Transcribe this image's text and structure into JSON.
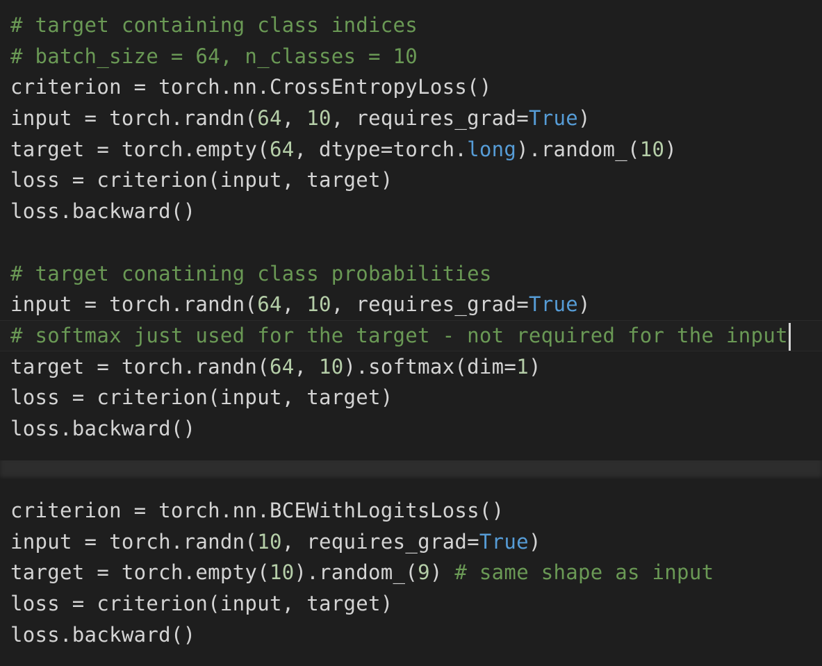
{
  "cells": [
    {
      "lines": [
        [
          {
            "text": "# target containing class indices",
            "type": "comment"
          }
        ],
        [
          {
            "text": "# batch_size = 64, n_classes = 10",
            "type": "comment"
          }
        ],
        [
          {
            "text": "criterion = torch.nn.CrossEntropyLoss()",
            "type": "text"
          }
        ],
        [
          {
            "text": "input = torch.randn(",
            "type": "text"
          },
          {
            "text": "64",
            "type": "number"
          },
          {
            "text": ", ",
            "type": "text"
          },
          {
            "text": "10",
            "type": "number"
          },
          {
            "text": ", requires_grad=",
            "type": "text"
          },
          {
            "text": "True",
            "type": "keyword"
          },
          {
            "text": ")",
            "type": "text"
          }
        ],
        [
          {
            "text": "target = torch.empty(",
            "type": "text"
          },
          {
            "text": "64",
            "type": "number"
          },
          {
            "text": ", dtype=torch.",
            "type": "text"
          },
          {
            "text": "long",
            "type": "keyword"
          },
          {
            "text": ").random_(",
            "type": "text"
          },
          {
            "text": "10",
            "type": "number"
          },
          {
            "text": ")",
            "type": "text"
          }
        ],
        [
          {
            "text": "loss = criterion(input, target)",
            "type": "text"
          }
        ],
        [
          {
            "text": "loss.backward()",
            "type": "text"
          }
        ],
        [],
        [
          {
            "text": "# target conatining class probabilities",
            "type": "comment"
          }
        ],
        [
          {
            "text": "input = torch.randn(",
            "type": "text"
          },
          {
            "text": "64",
            "type": "number"
          },
          {
            "text": ", ",
            "type": "text"
          },
          {
            "text": "10",
            "type": "number"
          },
          {
            "text": ", requires_grad=",
            "type": "text"
          },
          {
            "text": "True",
            "type": "keyword"
          },
          {
            "text": ")",
            "type": "text"
          }
        ],
        [
          {
            "text": "# softmax just used for the target - not required for the input",
            "type": "comment"
          }
        ],
        [
          {
            "text": "target = torch.randn(",
            "type": "text"
          },
          {
            "text": "64",
            "type": "number"
          },
          {
            "text": ", ",
            "type": "text"
          },
          {
            "text": "10",
            "type": "number"
          },
          {
            "text": ").softmax(dim=",
            "type": "text"
          },
          {
            "text": "1",
            "type": "number"
          },
          {
            "text": ")",
            "type": "text"
          }
        ],
        [
          {
            "text": "loss = criterion(input, target)",
            "type": "text"
          }
        ],
        [
          {
            "text": "loss.backward()",
            "type": "text"
          }
        ]
      ]
    },
    {
      "lines": [
        [
          {
            "text": "criterion = torch.nn.BCEWithLogitsLoss()",
            "type": "text"
          }
        ],
        [
          {
            "text": "input = torch.randn(",
            "type": "text"
          },
          {
            "text": "10",
            "type": "number"
          },
          {
            "text": ", requires_grad=",
            "type": "text"
          },
          {
            "text": "True",
            "type": "keyword"
          },
          {
            "text": ")",
            "type": "text"
          }
        ],
        [
          {
            "text": "target = torch.empty(",
            "type": "text"
          },
          {
            "text": "10",
            "type": "number"
          },
          {
            "text": ").random_(",
            "type": "text"
          },
          {
            "text": "9",
            "type": "number"
          },
          {
            "text": ") ",
            "type": "text"
          },
          {
            "text": "# same shape as input",
            "type": "comment"
          }
        ],
        [
          {
            "text": "loss = criterion(input, target)",
            "type": "text"
          }
        ],
        [
          {
            "text": "loss.backward()",
            "type": "text"
          }
        ]
      ]
    }
  ],
  "editor": {
    "cursor_cell": 0,
    "cursor_line": 10,
    "colors": {
      "background": "#1e1e1e",
      "text": "#d4d4d4",
      "comment": "#6a9955",
      "number": "#b5cea8",
      "keyword": "#569cd6",
      "separator": "#2d2d2d"
    }
  }
}
